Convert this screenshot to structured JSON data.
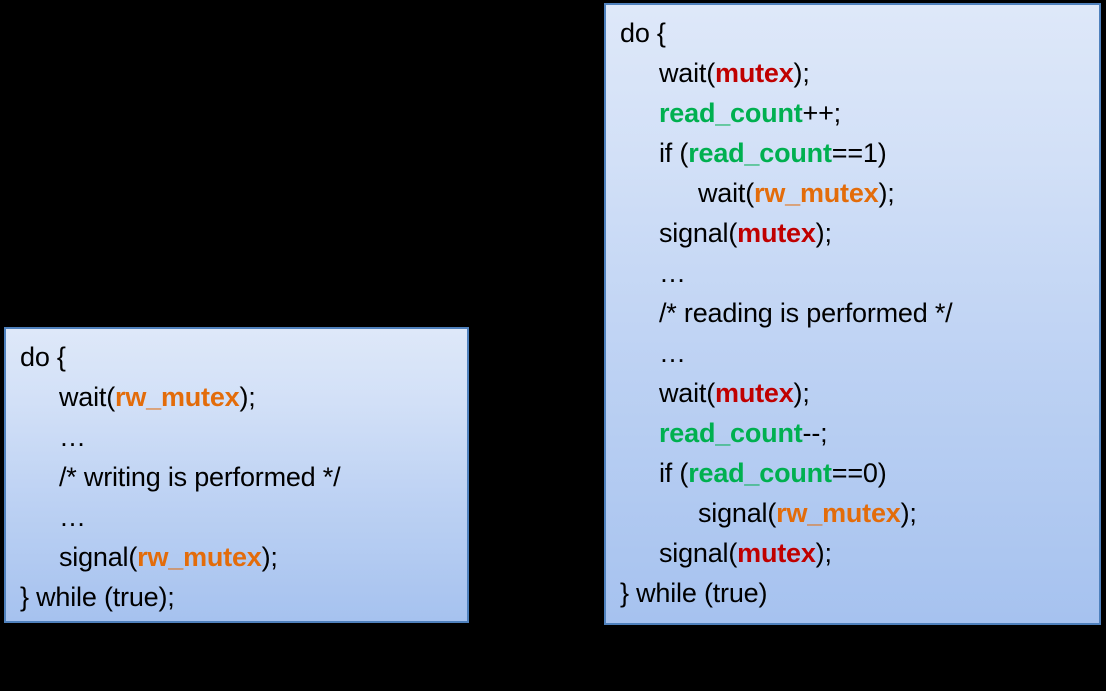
{
  "palette": {
    "background": "#000000",
    "box_border": "#4F81BD",
    "box_gradient_top": "#DEE8F9",
    "box_gradient_bottom": "#A6C2EF",
    "token_rw_mutex": "#E36C0A",
    "token_mutex": "#C00000",
    "token_read_count": "#00B050",
    "token_plain": "#000000"
  },
  "writer_box": {
    "name": "writer-process-code",
    "lines": [
      {
        "indent": 0,
        "parts": [
          {
            "text": "do {",
            "token": "plain"
          }
        ]
      },
      {
        "indent": 1,
        "parts": [
          {
            "text": "wait(",
            "token": "plain"
          },
          {
            "text": "rw_mutex",
            "token": "rw_mutex"
          },
          {
            "text": ");",
            "token": "plain"
          }
        ]
      },
      {
        "indent": 1,
        "parts": [
          {
            "text": "…",
            "token": "plain"
          }
        ]
      },
      {
        "indent": 1,
        "parts": [
          {
            "text": "/* writing is performed */",
            "token": "plain"
          }
        ]
      },
      {
        "indent": 1,
        "parts": [
          {
            "text": "…",
            "token": "plain"
          }
        ]
      },
      {
        "indent": 1,
        "parts": [
          {
            "text": "signal(",
            "token": "plain"
          },
          {
            "text": "rw_mutex",
            "token": "rw_mutex"
          },
          {
            "text": ");",
            "token": "plain"
          }
        ]
      },
      {
        "indent": 0,
        "parts": [
          {
            "text": "} while (true);",
            "token": "plain"
          }
        ]
      }
    ]
  },
  "reader_box": {
    "name": "reader-process-code",
    "lines": [
      {
        "indent": 0,
        "parts": [
          {
            "text": "do {",
            "token": "plain"
          }
        ]
      },
      {
        "indent": 1,
        "parts": [
          {
            "text": "wait(",
            "token": "plain"
          },
          {
            "text": "mutex",
            "token": "mutex"
          },
          {
            "text": ");",
            "token": "plain"
          }
        ]
      },
      {
        "indent": 1,
        "parts": [
          {
            "text": "read_count",
            "token": "read_count"
          },
          {
            "text": "++;",
            "token": "plain"
          }
        ]
      },
      {
        "indent": 1,
        "parts": [
          {
            "text": "if (",
            "token": "plain"
          },
          {
            "text": "read_count",
            "token": "read_count"
          },
          {
            "text": "==1)",
            "token": "plain"
          }
        ]
      },
      {
        "indent": 2,
        "parts": [
          {
            "text": "wait(",
            "token": "plain"
          },
          {
            "text": "rw_mutex",
            "token": "rw_mutex"
          },
          {
            "text": ");",
            "token": "plain"
          }
        ]
      },
      {
        "indent": 1,
        "parts": [
          {
            "text": "signal(",
            "token": "plain"
          },
          {
            "text": "mutex",
            "token": "mutex"
          },
          {
            "text": ");",
            "token": "plain"
          }
        ]
      },
      {
        "indent": 1,
        "parts": [
          {
            "text": "…",
            "token": "plain"
          }
        ]
      },
      {
        "indent": 1,
        "parts": [
          {
            "text": "/* reading is performed */",
            "token": "plain"
          }
        ]
      },
      {
        "indent": 1,
        "parts": [
          {
            "text": "…",
            "token": "plain"
          }
        ]
      },
      {
        "indent": 1,
        "parts": [
          {
            "text": "wait(",
            "token": "plain"
          },
          {
            "text": "mutex",
            "token": "mutex"
          },
          {
            "text": ");",
            "token": "plain"
          }
        ]
      },
      {
        "indent": 1,
        "parts": [
          {
            "text": "read_count",
            "token": "read_count"
          },
          {
            "text": "--;",
            "token": "plain"
          }
        ]
      },
      {
        "indent": 1,
        "parts": [
          {
            "text": "if (",
            "token": "plain"
          },
          {
            "text": "read_count",
            "token": "read_count"
          },
          {
            "text": "==0)",
            "token": "plain"
          }
        ]
      },
      {
        "indent": 2,
        "parts": [
          {
            "text": "signal(",
            "token": "plain"
          },
          {
            "text": "rw_mutex",
            "token": "rw_mutex"
          },
          {
            "text": ");",
            "token": "plain"
          }
        ]
      },
      {
        "indent": 1,
        "parts": [
          {
            "text": "signal(",
            "token": "plain"
          },
          {
            "text": "mutex",
            "token": "mutex"
          },
          {
            "text": ");",
            "token": "plain"
          }
        ]
      },
      {
        "indent": 0,
        "parts": [
          {
            "text": "} while (true)",
            "token": "plain"
          }
        ]
      }
    ]
  }
}
